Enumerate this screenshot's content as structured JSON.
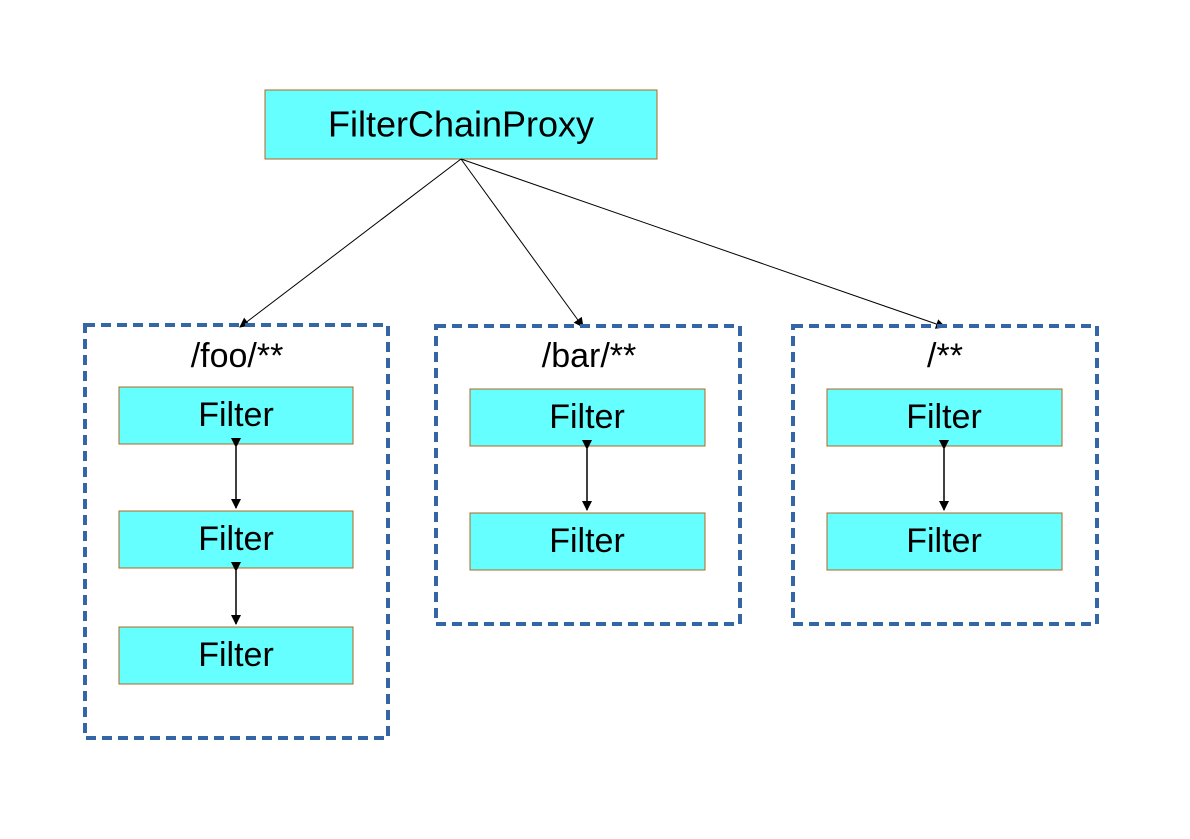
{
  "root": {
    "label": "FilterChainProxy"
  },
  "chains": [
    {
      "pattern": "/foo/**",
      "filters": [
        "Filter",
        "Filter",
        "Filter"
      ]
    },
    {
      "pattern": "/bar/**",
      "filters": [
        "Filter",
        "Filter"
      ]
    },
    {
      "pattern": "/**",
      "filters": [
        "Filter",
        "Filter"
      ]
    }
  ],
  "colors": {
    "node_fill": "#66ffff",
    "node_border": "#b5651d",
    "group_border": "#3465a4",
    "arrow": "#000000"
  }
}
